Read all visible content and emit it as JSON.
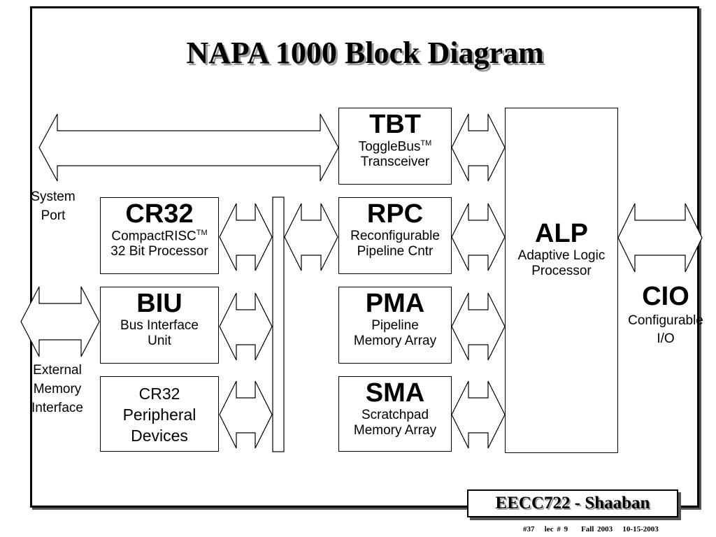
{
  "title": "NAPA 1000 Block Diagram",
  "blocks": {
    "tbt": {
      "name": "TBT",
      "line1": "ToggleBus",
      "line1_sup": "TM",
      "line2": "Transceiver"
    },
    "cr32": {
      "name": "CR32",
      "line1": "CompactRISC",
      "line1_sup": "TM",
      "line2": "32 Bit Processor"
    },
    "rpc": {
      "name": "RPC",
      "line1": "Reconfigurable",
      "line2": "Pipeline Cntr"
    },
    "biu": {
      "name": "BIU",
      "line1": "Bus Interface",
      "line2": "Unit"
    },
    "pma": {
      "name": "PMA",
      "line1": "Pipeline",
      "line2": "Memory Array"
    },
    "periph": {
      "line1": "CR32",
      "line2": "Peripheral",
      "line3": "Devices"
    },
    "sma": {
      "name": "SMA",
      "line1": "Scratchpad",
      "line2": "Memory Array"
    },
    "alp": {
      "name": "ALP",
      "line1": "Adaptive Logic",
      "line2": "Processor"
    },
    "cio": {
      "name": "CIO",
      "line1": "Configurable",
      "line2": "I/O"
    }
  },
  "labels": {
    "system_port": [
      "System",
      "Port"
    ],
    "external_memory": [
      "External",
      "Memory",
      "Interface"
    ]
  },
  "footer": {
    "course": "EECC722 - Shaaban",
    "slide": "#37",
    "lecture": "lec # 9",
    "term": "Fall 2003",
    "date": "10-15-2003"
  }
}
